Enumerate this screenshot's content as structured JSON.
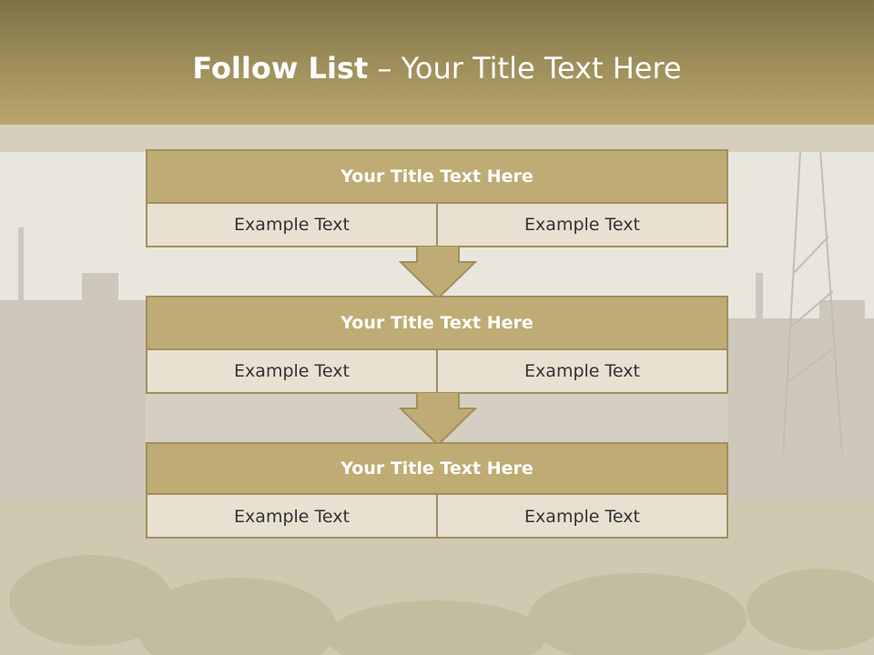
{
  "slide": {
    "title_bold": "Follow List",
    "title_rest": " – Your Title Text Here"
  },
  "blocks": [
    {
      "title": "Your Title Text Here",
      "left": "Example Text",
      "right": "Example Text"
    },
    {
      "title": "Your Title Text Here",
      "left": "Example Text",
      "right": "Example Text"
    },
    {
      "title": "Your Title Text Here",
      "left": "Example Text",
      "right": "Example Text"
    }
  ],
  "colors": {
    "header": "#9a8b58",
    "block_head": "#bfac74",
    "block_body": "#e8e1d2",
    "border": "#a18f5c"
  },
  "icons": {
    "connector": "down-arrow-icon"
  }
}
